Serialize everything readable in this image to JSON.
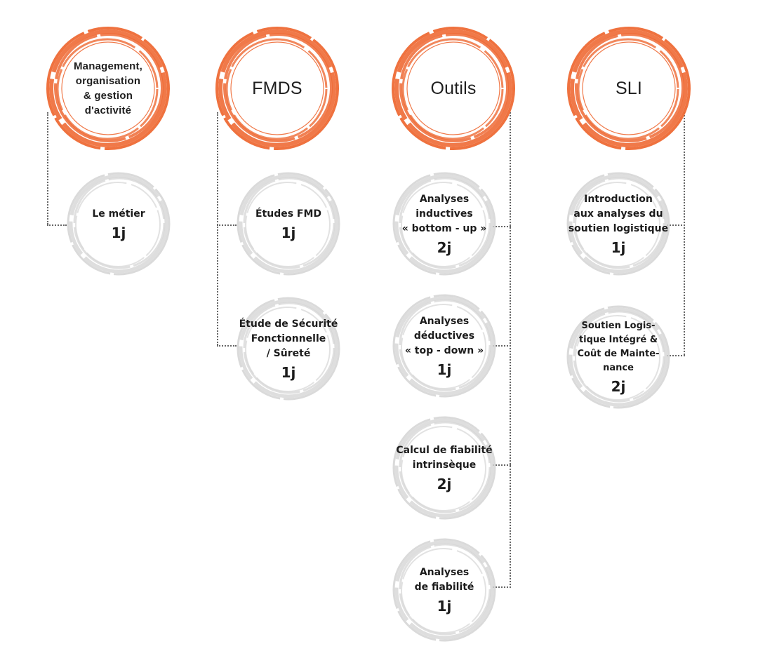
{
  "columns": [
    {
      "title": "Management,\norganisation\n& gestion\nd'activité",
      "courses": [
        {
          "title": "Le métier",
          "duration": "1j"
        }
      ]
    },
    {
      "title": "FMDS",
      "courses": [
        {
          "title": "Études FMD",
          "duration": "1j"
        },
        {
          "title": "Étude de Sécurité\nFonctionnelle\n/ Sûreté",
          "duration": "1j"
        }
      ]
    },
    {
      "title": "Outils",
      "courses": [
        {
          "title": "Analyses\ninductives\n« bottom - up »",
          "duration": "2j"
        },
        {
          "title": "Analyses\ndéductives\n« top - down »",
          "duration": "1j"
        },
        {
          "title": "Calcul de fiabilité\nintrinsèque",
          "duration": "2j"
        },
        {
          "title": "Analyses\nde fiabilité",
          "duration": "1j"
        }
      ]
    },
    {
      "title": "SLI",
      "courses": [
        {
          "title": "Introduction\naux analyses du\nsoutien logistique",
          "duration": "1j"
        },
        {
          "title": "Soutien Logis-\ntique Intégré &\nCoût de Mainte-\nnance",
          "duration": "2j"
        }
      ]
    }
  ],
  "colors": {
    "head_ring": "#ee6a35",
    "course_ring": "#d6d6d6",
    "connector": "#666666"
  }
}
